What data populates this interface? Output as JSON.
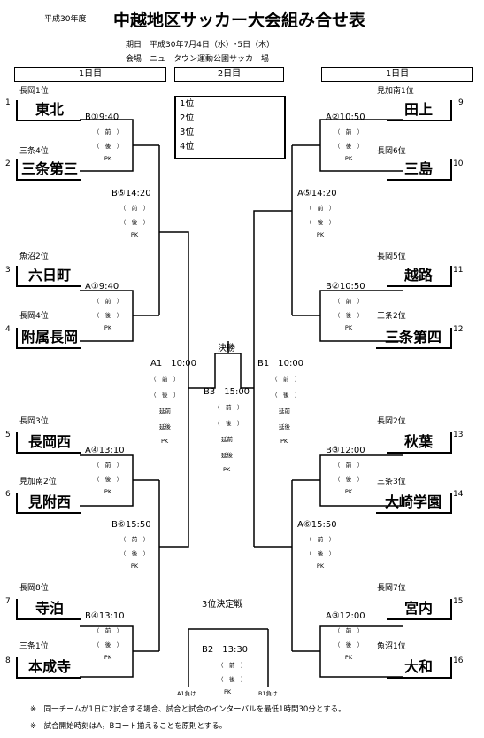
{
  "header": {
    "year_label": "平成30年度",
    "title": "中越地区サッカー大会組み合せ表",
    "date_line": "期日　平成30年7月4日（水）･5日（木）",
    "venue_line": "会場　ニュータウン運動公園サッカー場"
  },
  "day_labels": {
    "left": "1日目",
    "center": "2日目",
    "right": "1日目"
  },
  "day2_ranks": [
    "1位",
    "2位",
    "3位",
    "4位"
  ],
  "teams": [
    {
      "no": "1",
      "seed": "長岡1位",
      "name": "東北"
    },
    {
      "no": "2",
      "seed": "三条4位",
      "name": "三条第三"
    },
    {
      "no": "3",
      "seed": "魚沼2位",
      "name": "六日町"
    },
    {
      "no": "4",
      "seed": "長岡4位",
      "name": "附属長岡"
    },
    {
      "no": "5",
      "seed": "長岡3位",
      "name": "長岡西"
    },
    {
      "no": "6",
      "seed": "見加南2位",
      "name": "見附西"
    },
    {
      "no": "7",
      "seed": "長岡8位",
      "name": "寺泊"
    },
    {
      "no": "8",
      "seed": "三条1位",
      "name": "本成寺"
    },
    {
      "no": "9",
      "seed": "見加南1位",
      "name": "田上"
    },
    {
      "no": "10",
      "seed": "長岡6位",
      "name": "三島"
    },
    {
      "no": "11",
      "seed": "長岡5位",
      "name": "越路"
    },
    {
      "no": "12",
      "seed": "三条2位",
      "name": "三条第四"
    },
    {
      "no": "13",
      "seed": "長岡2位",
      "name": "秋葉"
    },
    {
      "no": "14",
      "seed": "三条3位",
      "name": "大崎学園"
    },
    {
      "no": "15",
      "seed": "長岡7位",
      "name": "宮内"
    },
    {
      "no": "16",
      "seed": "魚沼1位",
      "name": "大和"
    }
  ],
  "matches": {
    "m1": "B①9:40",
    "m2": "A①9:40",
    "m3": "A④13:10",
    "m4": "B④13:10",
    "m5": "A②10:50",
    "m6": "B②10:50",
    "m7": "B③12:00",
    "m8": "A③12:00",
    "q1": "B⑤14:20",
    "q2": "B⑥15:50",
    "q3": "A⑤14:20",
    "q4": "A⑥15:50",
    "sf1": "A1　10:00",
    "sf2": "B1　10:00",
    "final": "B3　15:00",
    "third": "B2　13:30"
  },
  "labels": {
    "first_half": "（　前　）",
    "second_half": "（　後　）",
    "extra": "延前",
    "extra2": "延後",
    "pk": "PK",
    "final_title": "決勝",
    "third_title": "3位決定戦",
    "a1_loser": "A1負け",
    "b1_loser": "B1負け"
  },
  "notes": [
    "※　同一チームが1日に2試合する場合、試合と試合のインターバルを最低1時間30分とする。",
    "※　試合開始時刻はA，Bコート揃えることを原則とする。"
  ]
}
